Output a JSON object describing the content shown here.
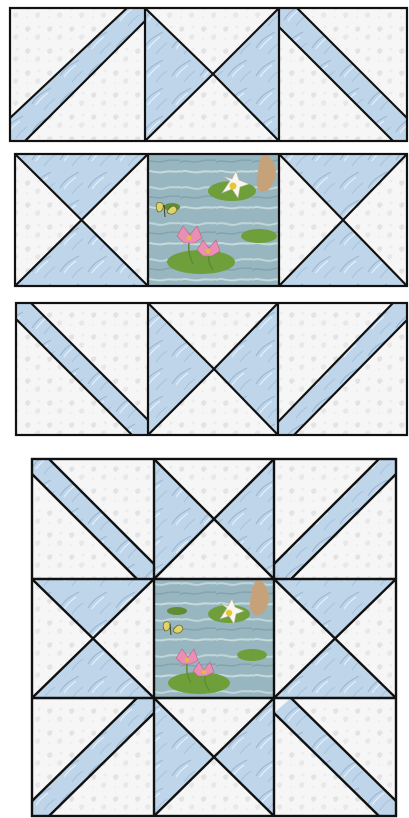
{
  "figure": {
    "description_free": true,
    "colors": {
      "background": "#ffffff",
      "white_print": "#f4f4f4",
      "white_leaf": "#e6e6e6",
      "blue_print": "#bcd3e7",
      "blue_feather": "#8ba8c4",
      "outline": "#111111",
      "water": "#8dafb9",
      "water_light": "#b8d1d6",
      "lily_pad": "#6e9e3c",
      "lily_pad_dark": "#4f7b30",
      "water_lily_white": "#f5f4ea",
      "water_lily_pink": "#e58bb0",
      "lily_center": "#e6c63b",
      "butterfly": "#dfd36b",
      "rock": "#c8a37a"
    },
    "sections": [
      {
        "name": "top-row",
        "kind": "quilt-unit-row"
      },
      {
        "name": "middle-row",
        "kind": "quilt-unit-row-with-center"
      },
      {
        "name": "bottom-row",
        "kind": "quilt-unit-row"
      },
      {
        "name": "assembled-block",
        "kind": "assembled-quilt-block"
      }
    ]
  }
}
